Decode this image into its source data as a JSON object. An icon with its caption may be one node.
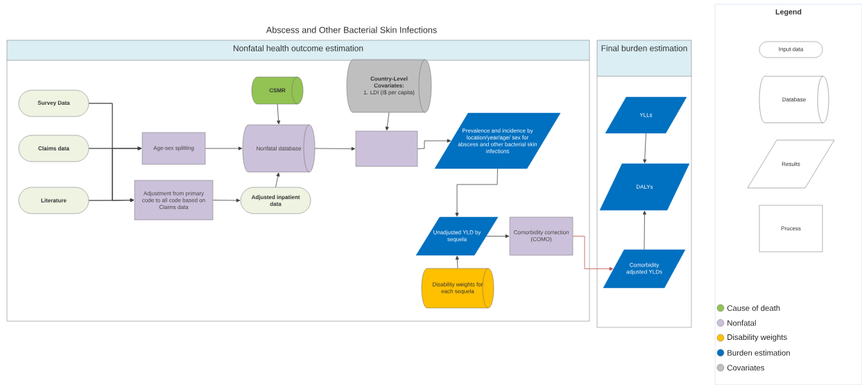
{
  "diagram": {
    "title": "Abscess and Other Bacterial Skin Infections",
    "nodes": [
      {
        "text": [
          "Nonfatal health outcome estimation"
        ]
      },
      {
        "text": [
          "Survey Data"
        ],
        "in": 0
      },
      {
        "text": [
          "Claims data"
        ],
        "in": 0
      },
      {
        "text": [
          "Literature"
        ],
        "in": 0
      },
      {
        "text": [
          "CSMR"
        ],
        "in": 0
      },
      {
        "text": [
          "Age-sex splitting"
        ],
        "in": 0
      },
      {
        "text": [
          "Nonfatal database"
        ],
        "in": 0
      },
      {
        "text": [
          "Adjustment from primary code to all code based on Claims data"
        ],
        "in": 0
      },
      {
        "text": [
          "Adjusted inpatient data"
        ],
        "in": 0
      },
      {
        "text": [
          "Country-Level Covariates:",
          "1. LDI (I$ per capita)"
        ],
        "in": 0
      },
      {
        "text": [],
        "shape": "box",
        "in": 0
      },
      {
        "text": [
          "Prevalence and incidence by location/year/age/ sex for abscess and other bacterial skin infections"
        ],
        "in": 0
      },
      {
        "text": [
          "Unadjusted YLD by sequela"
        ],
        "in": 0
      },
      {
        "text": [
          "Comorbidity correction (COMO)"
        ],
        "in": 0
      },
      {
        "text": [
          "Disability weights for each sequela"
        ],
        "in": 0
      },
      {
        "text": [
          "Final burden estimation"
        ]
      },
      {
        "text": [
          "YLLs"
        ],
        "in": 15
      },
      {
        "text": [
          "DALYs"
        ],
        "in": 15
      },
      {
        "text": [
          "Comorbidity adjusted YLDs"
        ],
        "in": 15
      },
      {
        "text": [
          "Legend"
        ]
      },
      {
        "text": [
          "Input data"
        ],
        "in": 19
      },
      {
        "text": [
          "Database"
        ],
        "in": 19
      },
      {
        "text": [
          "Results"
        ],
        "in": 19
      },
      {
        "text": [
          "Process"
        ],
        "in": 19
      }
    ],
    "edges": [
      {
        "from": 1,
        "to": 5,
        "arrow": "to"
      },
      {
        "from": 2,
        "to": 5,
        "arrow": "to"
      },
      {
        "from": 3,
        "to": 5,
        "arrow": "to"
      },
      {
        "from": 1,
        "to": 7,
        "arrow": "to"
      },
      {
        "from": 2,
        "to": 7,
        "arrow": "to"
      },
      {
        "from": 3,
        "to": 7,
        "arrow": "to"
      },
      {
        "from": 4,
        "to": 6,
        "arrow": "to"
      },
      {
        "from": 5,
        "to": 6,
        "arrow": "to"
      },
      {
        "from": 7,
        "to": 8,
        "arrow": "to"
      },
      {
        "from": 8,
        "to": 6,
        "arrow": "to"
      },
      {
        "from": 6,
        "to": 10,
        "arrow": "to"
      },
      {
        "from": 9,
        "to": 10,
        "arrow": "to"
      },
      {
        "from": 10,
        "to": 11,
        "arrow": "to"
      },
      {
        "from": 11,
        "to": 12,
        "arrow": "to"
      },
      {
        "from": 14,
        "to": 12,
        "arrow": "to"
      },
      {
        "from": 12,
        "to": 13,
        "arrow": "to"
      },
      {
        "from": 13,
        "to": 18,
        "arrow": "to",
        "color": "#c0504d"
      },
      {
        "from": 16,
        "to": 17,
        "arrow": "to"
      },
      {
        "from": 18,
        "to": 17,
        "arrow": "to"
      }
    ],
    "legend": [
      {
        "text": "Cause of death",
        "color": "#92c353"
      },
      {
        "text": "Nonfatal",
        "color": "#ccc1da"
      },
      {
        "text": "Disability weights",
        "color": "#ffc000"
      },
      {
        "text": "Burden estimation",
        "color": "#0070c0"
      },
      {
        "text": "Covariates",
        "color": "#bfbfbf"
      }
    ]
  }
}
